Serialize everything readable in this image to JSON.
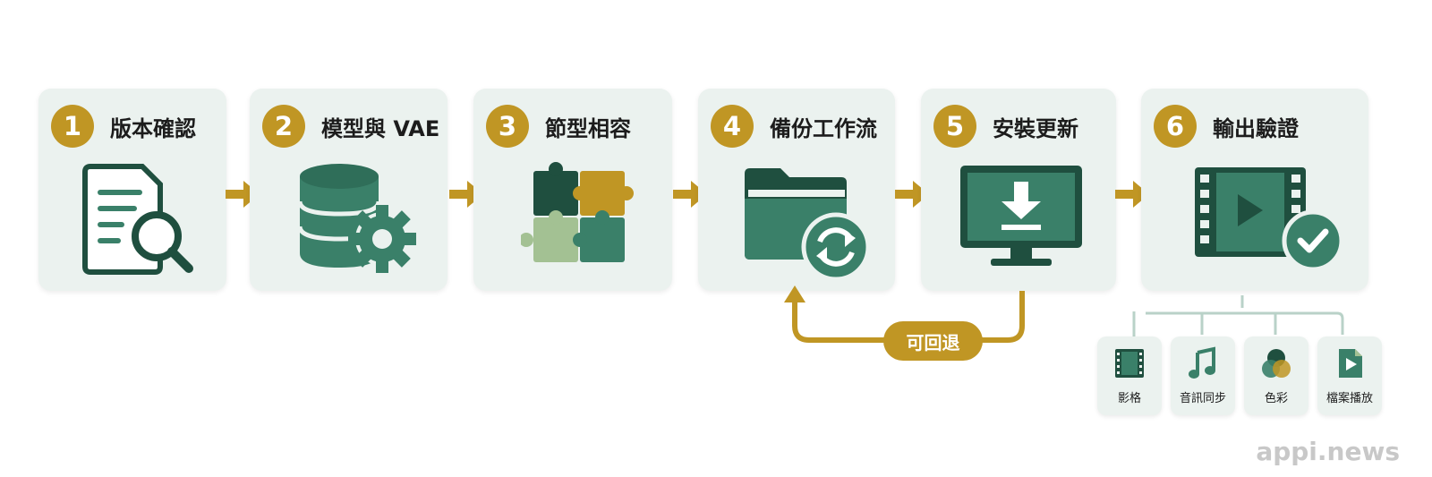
{
  "steps": [
    {
      "number": "1",
      "title": "版本確認",
      "icon": "document-search-icon"
    },
    {
      "number": "2",
      "title": "模型與 VAE",
      "icon": "database-gear-icon"
    },
    {
      "number": "3",
      "title": "節型相容",
      "icon": "puzzle-icon"
    },
    {
      "number": "4",
      "title": "備份工作流",
      "icon": "folder-sync-icon"
    },
    {
      "number": "5",
      "title": "安裝更新",
      "icon": "monitor-download-icon"
    },
    {
      "number": "6",
      "title": "輸出驗證",
      "icon": "film-check-icon"
    }
  ],
  "rollback": {
    "label": "可回退"
  },
  "checks": [
    {
      "label": "影格",
      "icon": "film-strip-icon"
    },
    {
      "label": "音訊同步",
      "icon": "music-note-icon"
    },
    {
      "label": "色彩",
      "icon": "color-circles-icon"
    },
    {
      "label": "檔案播放",
      "icon": "play-file-icon"
    }
  ],
  "watermark": "appi.news",
  "colors": {
    "gold": "#c09624",
    "dark_green": "#1f4f3f",
    "green": "#3a8069",
    "light_green": "#a3c193",
    "card_bg": "#ebf2ef"
  }
}
